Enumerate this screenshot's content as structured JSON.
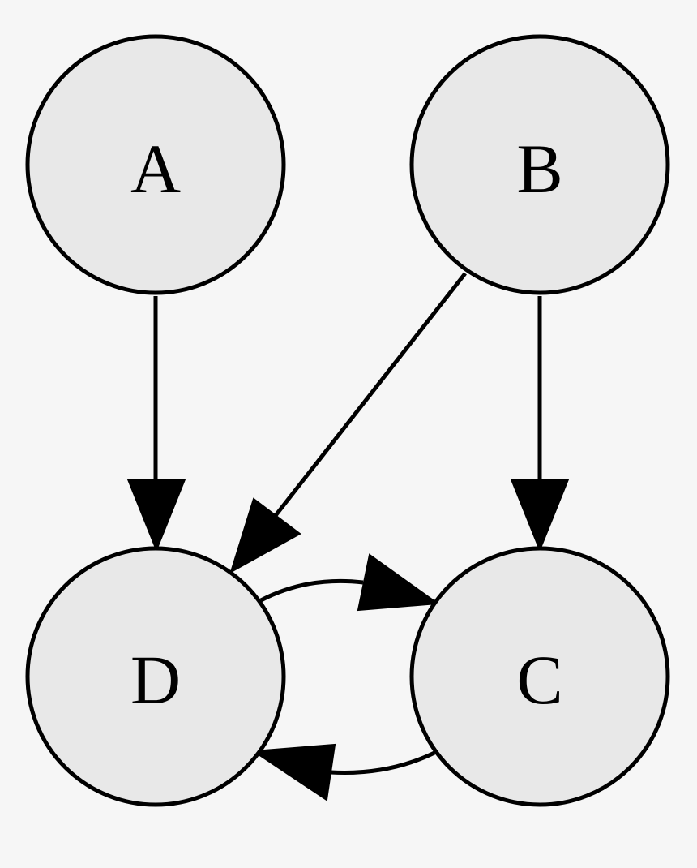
{
  "diagram": {
    "type": "directed-graph",
    "node_fill": "#e8e8e8",
    "stroke_color": "#000000",
    "background": "#f6f6f6",
    "nodes": [
      {
        "id": "A",
        "label": "A"
      },
      {
        "id": "B",
        "label": "B"
      },
      {
        "id": "D",
        "label": "D"
      },
      {
        "id": "C",
        "label": "C"
      }
    ],
    "edges": [
      {
        "from": "A",
        "to": "D"
      },
      {
        "from": "B",
        "to": "D"
      },
      {
        "from": "B",
        "to": "C"
      },
      {
        "from": "D",
        "to": "C"
      },
      {
        "from": "C",
        "to": "D"
      }
    ]
  }
}
